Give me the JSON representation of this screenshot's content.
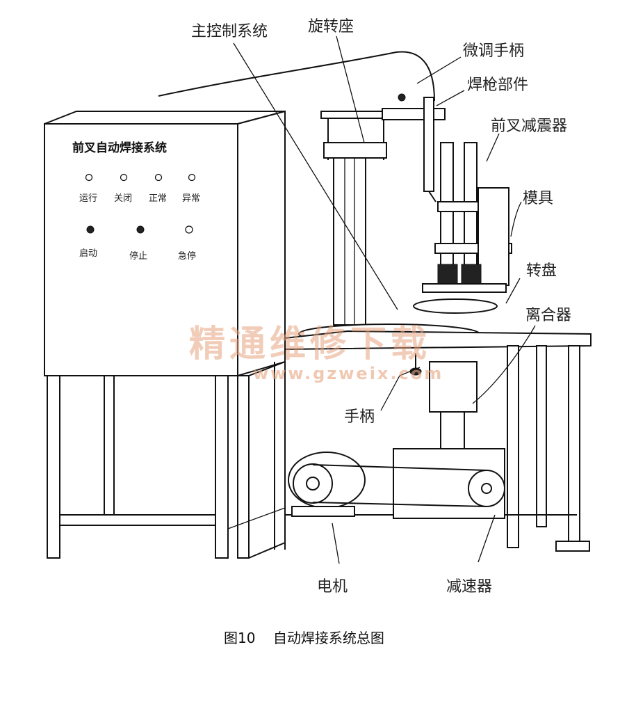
{
  "panel": {
    "title": "前叉自动焊接系统",
    "indicators": [
      "运行",
      "关闭",
      "正常",
      "异常"
    ],
    "controls": [
      "启动",
      "停止",
      "急停"
    ]
  },
  "callouts": {
    "main_control": "主控制系统",
    "rotary_seat": "旋转座",
    "fine_tune_handle": "微调手柄",
    "torch_part": "焊枪部件",
    "front_fork_shock": "前叉减震器",
    "mold": "模具",
    "turntable": "转盘",
    "clutch": "离合器",
    "handle": "手柄",
    "motor": "电机",
    "reducer": "减速器"
  },
  "caption": "图10    自动焊接系统总图",
  "watermark": {
    "text": "精通维修下载",
    "url": "www.gzweix.com"
  }
}
